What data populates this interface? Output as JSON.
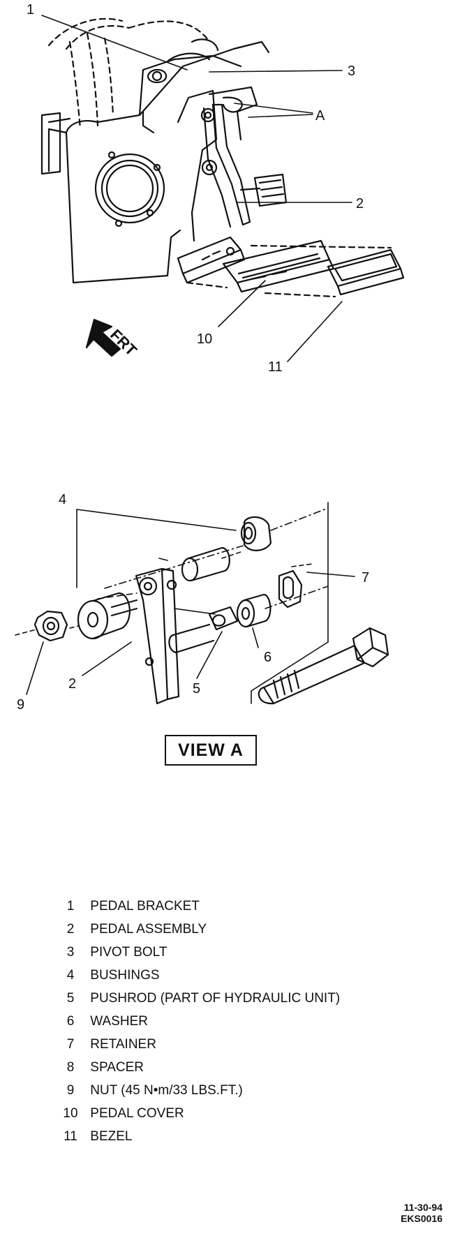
{
  "callouts": {
    "top": {
      "c1": "1",
      "c3": "3",
      "cA": "A",
      "c2": "2",
      "c10": "10",
      "c11": "11"
    },
    "front_arrow": "FRT",
    "view": {
      "c4": "4",
      "c7": "7",
      "c6": "6",
      "c2": "2",
      "c5": "5",
      "c9": "9"
    }
  },
  "view_label": "VIEW A",
  "legend": [
    {
      "num": "1",
      "text": "PEDAL BRACKET"
    },
    {
      "num": "2",
      "text": "PEDAL ASSEMBLY"
    },
    {
      "num": "3",
      "text": "PIVOT BOLT"
    },
    {
      "num": "4",
      "text": "BUSHINGS"
    },
    {
      "num": "5",
      "text": "PUSHROD (PART OF HYDRAULIC UNIT)"
    },
    {
      "num": "6",
      "text": "WASHER"
    },
    {
      "num": "7",
      "text": "RETAINER"
    },
    {
      "num": "8",
      "text": "SPACER"
    },
    {
      "num": "9",
      "text": "NUT (45 N•m/33 LBS.FT.)"
    },
    {
      "num": "10",
      "text": "PEDAL COVER"
    },
    {
      "num": "11",
      "text": "BEZEL"
    }
  ],
  "figure_code": {
    "date": "11-30-94",
    "id": "EKS0016"
  }
}
